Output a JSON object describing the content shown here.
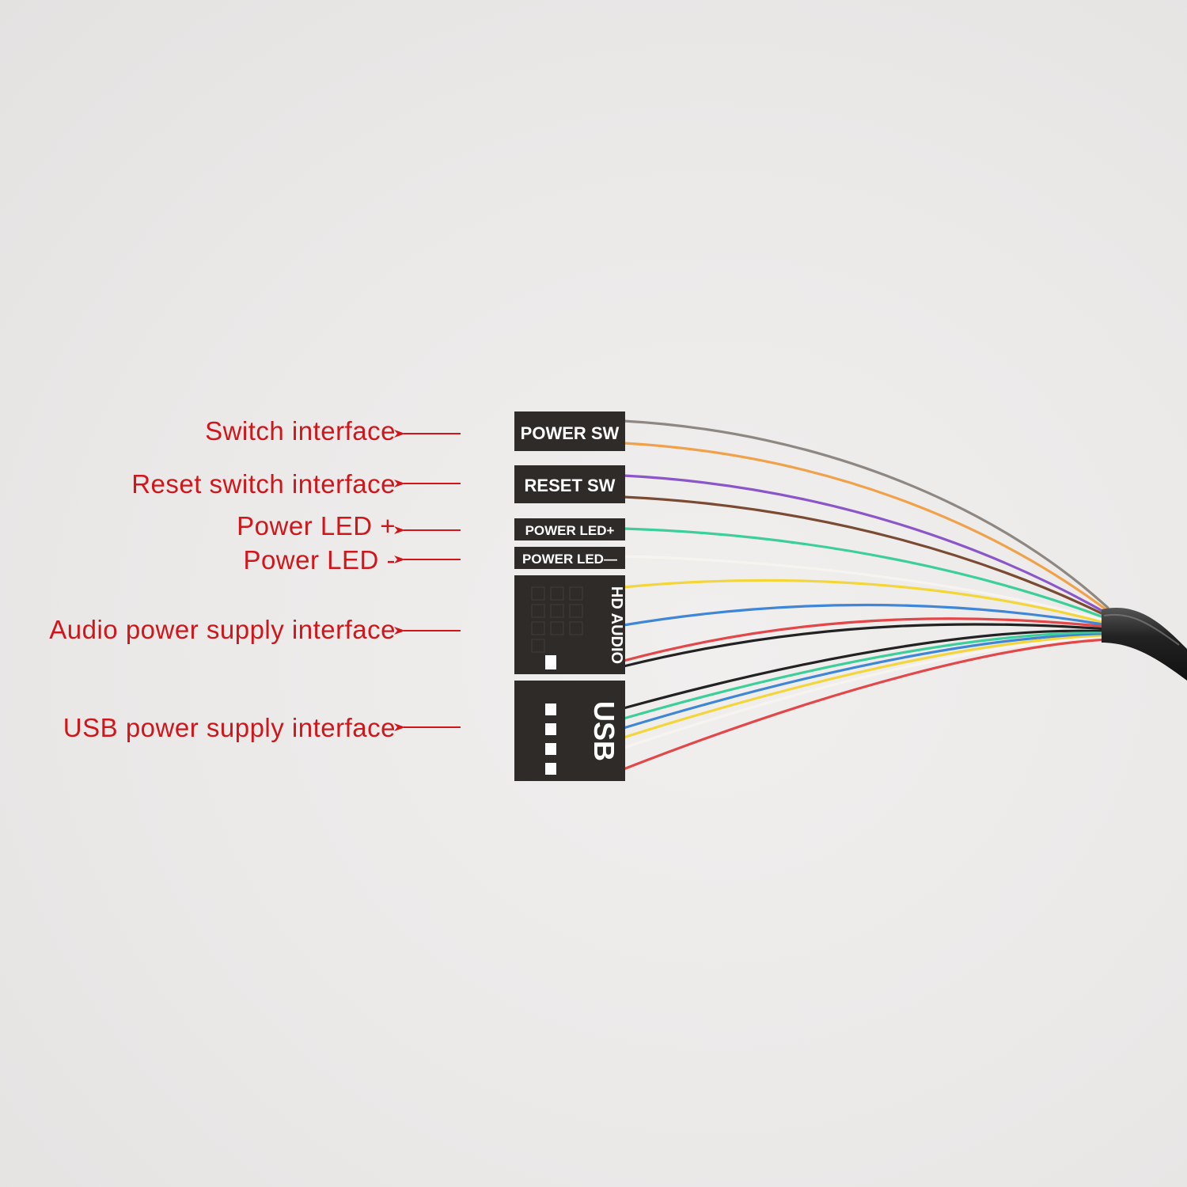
{
  "labels": {
    "power_sw": "Switch interface",
    "reset_sw": "Reset switch interface",
    "power_led_plus": "Power LED +",
    "power_led_minus": "Power LED -",
    "hd_audio": "Audio power supply interface",
    "usb": "USB power supply interface"
  },
  "connectors": {
    "power_sw": "POWER SW",
    "reset_sw": "RESET SW",
    "power_led_plus": "POWER LED+",
    "power_led_minus": "POWER LED—",
    "hd_audio": "HD AUDIO",
    "usb": "USB"
  },
  "colors": {
    "label_red": "#d0161b",
    "connector_body": "#2f2b29",
    "wire_gray": "#8f8781",
    "wire_orange": "#f0a24a",
    "wire_purple": "#8b56c9",
    "wire_brown": "#7a4a32",
    "wire_green": "#3ccf9a",
    "wire_white": "#f7f4f0",
    "wire_yellow": "#f3d63a",
    "wire_blue": "#3f86d6",
    "wire_red": "#e2474a",
    "wire_black": "#222222"
  }
}
